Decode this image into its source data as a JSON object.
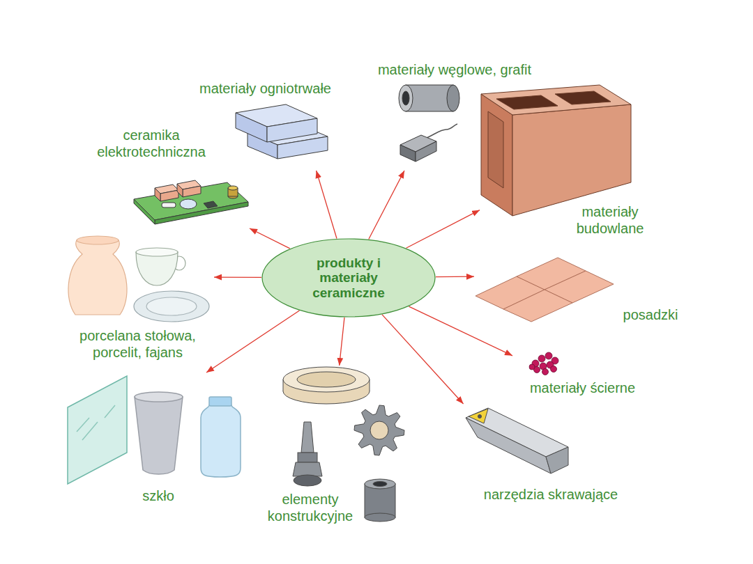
{
  "diagram": {
    "nodes": [
      {
        "text": [
          "produkty i materiały ceramiczne"
        ]
      },
      {
        "text": [
          "materiały ogniotrwałe"
        ]
      },
      {
        "text": [
          "materiały węglowe, grafit"
        ]
      },
      {
        "text": [
          "ceramika elektrotechniczna"
        ]
      },
      {
        "text": [
          "materiały budowlane"
        ]
      },
      {
        "text": [
          "porcelana stołowa, porcelit, fajans"
        ]
      },
      {
        "text": [
          "posadzki"
        ]
      },
      {
        "text": [
          "materiały ścierne"
        ]
      },
      {
        "text": [
          "szkło"
        ]
      },
      {
        "text": [
          "elementy konstrukcyjne"
        ]
      },
      {
        "text": [
          "narzędzia skrawające"
        ]
      }
    ],
    "edges": [
      {
        "from": 0,
        "to": 1,
        "arrow": "to"
      },
      {
        "from": 0,
        "to": 2,
        "arrow": "to"
      },
      {
        "from": 0,
        "to": 3,
        "arrow": "to"
      },
      {
        "from": 0,
        "to": 4,
        "arrow": "to"
      },
      {
        "from": 0,
        "to": 5,
        "arrow": "to"
      },
      {
        "from": 0,
        "to": 6,
        "arrow": "to"
      },
      {
        "from": 0,
        "to": 7,
        "arrow": "to"
      },
      {
        "from": 0,
        "to": 8,
        "arrow": "to"
      },
      {
        "from": 0,
        "to": 9,
        "arrow": "to"
      },
      {
        "from": 0,
        "to": 10,
        "arrow": "to"
      }
    ]
  }
}
